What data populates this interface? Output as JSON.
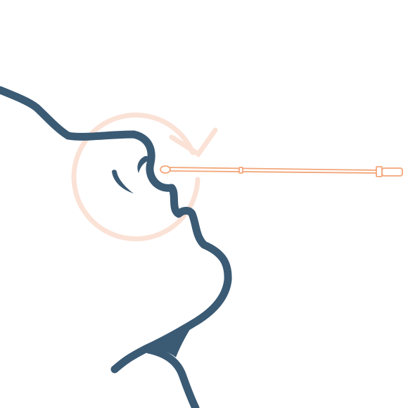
{
  "scene": {
    "subject": "profile-face",
    "tool": "nasal-swab",
    "motion_indicator": "clockwise-rotation",
    "colors": {
      "face": "#3b5a74",
      "swab": "#f2a679",
      "ring": "#fbe2d6",
      "background": "#ffffff"
    },
    "icons": [
      "face-profile-icon",
      "nasal-swab-icon",
      "rotate-arrow-icon"
    ]
  }
}
